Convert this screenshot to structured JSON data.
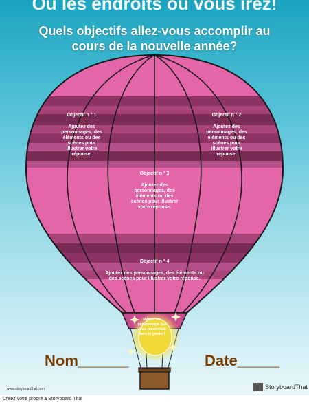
{
  "poster": {
    "title_back": "Où les endroits où vous irez!",
    "title_front": "Quels objectifs allez-vous accomplir au cours de la nouvelle année?",
    "goals": [
      {
        "title": "Objectif n ° 1",
        "body": "Ajoutez des personnages, des éléments ou des scènes pour illustrer votre réponse."
      },
      {
        "title": "Objectif n ° 2",
        "body": "Ajoutez des personnages, des éléments ou des scènes pour illustrer votre réponse."
      },
      {
        "title": "Objectif n ° 3",
        "body": "Ajoutez des personnages, des éléments ou des scènes pour illustrer votre réponse."
      },
      {
        "title": "Objectif n ° 4",
        "body": "Ajoutez des personnages, des éléments ou des scènes pour illustrer votre réponse."
      }
    ],
    "basket_text": "Mettez un personnage qui vous ressemble dans le panier!",
    "nom_label": "Nom______",
    "date_label": "Date_____",
    "watermark_url": "www.storyboardthat.com",
    "brand_name": "StoryboardThat"
  },
  "footer": {
    "text": "Créez votre propre à Storyboard That"
  },
  "colors": {
    "sky_top": "#1aa3bf",
    "balloon_pink": "#e266a8",
    "balloon_dark": "#7a2c55",
    "text_brown": "#7a3b00",
    "glow_yellow": "#f4e04a"
  }
}
